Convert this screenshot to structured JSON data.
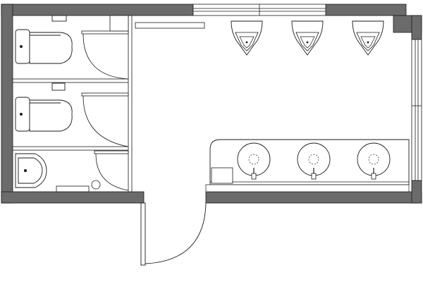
{
  "colors": {
    "wall": "#6b6b6b",
    "line": "#1a1a1a",
    "background": "#ffffff"
  },
  "rooms": [
    {
      "name": "toilet-stall",
      "fixture": "western-toilet"
    },
    {
      "name": "toilet-stall",
      "fixture": "western-toilet"
    },
    {
      "name": "toilet-stall",
      "fixture": "squat-toilet"
    },
    {
      "name": "main-room",
      "fixtures": [
        "urinal",
        "urinal",
        "urinal",
        "wash-basin",
        "wash-basin",
        "wash-basin"
      ]
    }
  ],
  "counts": {
    "western_toilets": 2,
    "squat_toilets": 1,
    "urinals": 3,
    "wash_basins": 3,
    "entrance_doors": 1,
    "windows": 2
  }
}
